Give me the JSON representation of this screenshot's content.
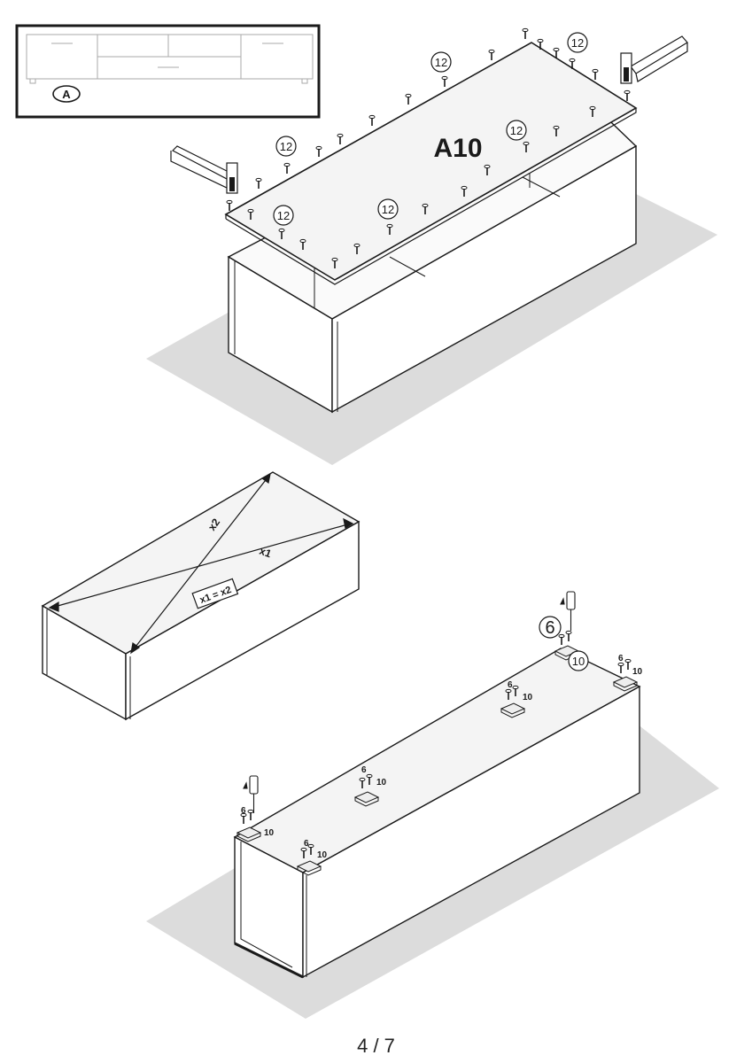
{
  "overview": {
    "label": "A"
  },
  "step_top": {
    "panel_label": "A10",
    "screw_callout": "12",
    "clamp_icon": "clamp-icon"
  },
  "step_middle": {
    "diag1": "x1",
    "diag2": "x2",
    "equation": "x1 = x2"
  },
  "step_bottom": {
    "screw_big": "6",
    "foot_big": "10",
    "screw_small": "6",
    "foot_small": "10",
    "screwdriver_icon": "screwdriver-icon"
  },
  "footer": {
    "page_number": "4 / 7"
  },
  "colors": {
    "line": "#1a1a1a",
    "shadow": "#dcdcdc",
    "panel": "#f4f4f4"
  }
}
